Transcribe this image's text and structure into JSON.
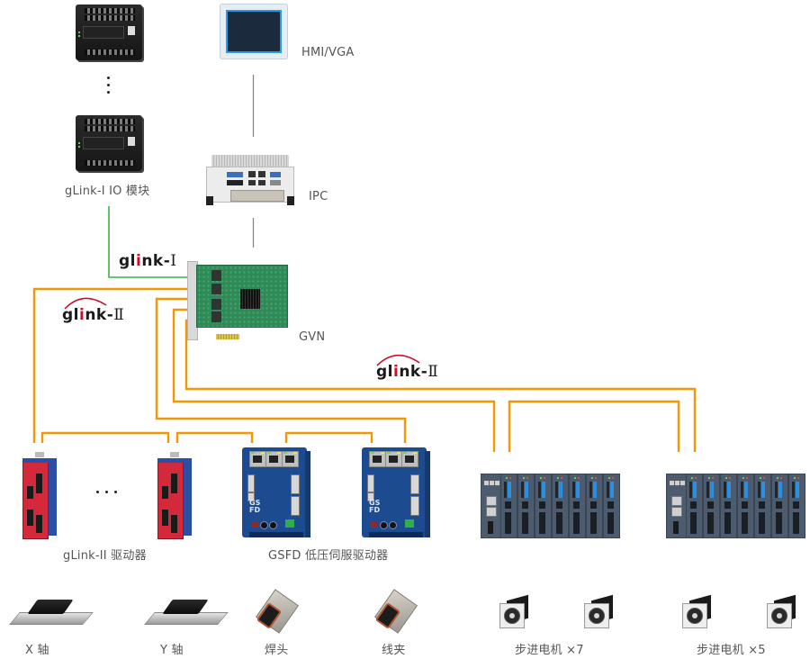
{
  "devices": {
    "hmi": {
      "label": "HMI/VGA"
    },
    "ipc": {
      "label": "IPC"
    },
    "gvn": {
      "label": "GVN"
    },
    "io_modules": {
      "label": "gLink-I IO 模块",
      "count_shown": 2,
      "ellipsis": "⋮"
    },
    "glink2_drivers": {
      "label": "gLink-II 驱动器",
      "count_shown": 2,
      "ellipsis": "…"
    },
    "gsfd_drivers": {
      "label": "GSFD 低压伺服驱动器",
      "count_shown": 2
    },
    "stepper_racks": [
      {
        "modules": 7
      },
      {
        "modules": 7
      }
    ]
  },
  "bus_logos": {
    "glink1": {
      "prefix": "gl",
      "i": "i",
      "suffix": "nk-",
      "roman": "Ⅰ"
    },
    "glink2_left": {
      "prefix": "gl",
      "i": "i",
      "suffix": "nk-",
      "roman": "Ⅱ"
    },
    "glink2_center": {
      "prefix": "gl",
      "i": "i",
      "suffix": "nk-",
      "roman": "Ⅱ"
    }
  },
  "loads": [
    {
      "name": "x-axis",
      "label": "X 轴"
    },
    {
      "name": "y-axis",
      "label": "Y 轴"
    },
    {
      "name": "weld-head",
      "label": "焊头"
    },
    {
      "name": "wire-clamp",
      "label": "线夹"
    },
    {
      "name": "stepper-group-1",
      "label": "步进电机 ×7"
    },
    {
      "name": "stepper-group-2",
      "label": "步进电机 ×5"
    }
  ],
  "colors": {
    "glink1_wire": "#3cb44b",
    "glink2_wire": "#f39800",
    "hmi_link": "#888888",
    "logo_arc": "#c8102e"
  }
}
